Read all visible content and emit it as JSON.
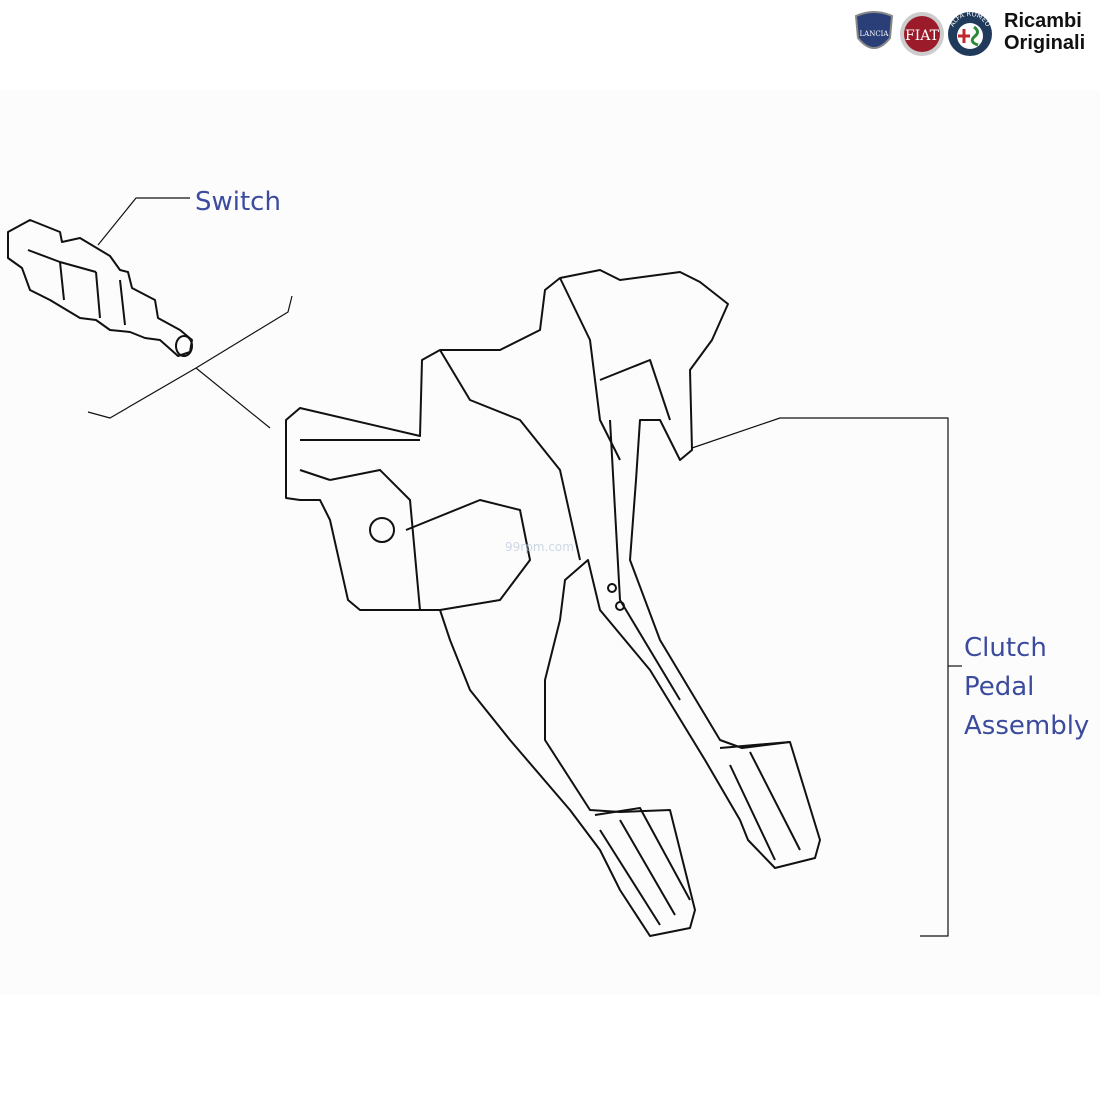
{
  "header": {
    "brand_logos": [
      "LANCIA",
      "FIAT",
      "ALFA ROMEO"
    ],
    "brand_line1": "Ricambi",
    "brand_line2": "Originali",
    "colors": {
      "lancia": "#2a3f78",
      "fiat": "#9b1b2a",
      "alfa_ring": "#1f3a5a"
    }
  },
  "diagram": {
    "labels": {
      "switch": "Switch",
      "assembly_line1": "Clutch",
      "assembly_line2": "Pedal",
      "assembly_line3": "Assembly"
    },
    "label_color": "#3b4b9e",
    "watermark": "99rpm.com"
  }
}
